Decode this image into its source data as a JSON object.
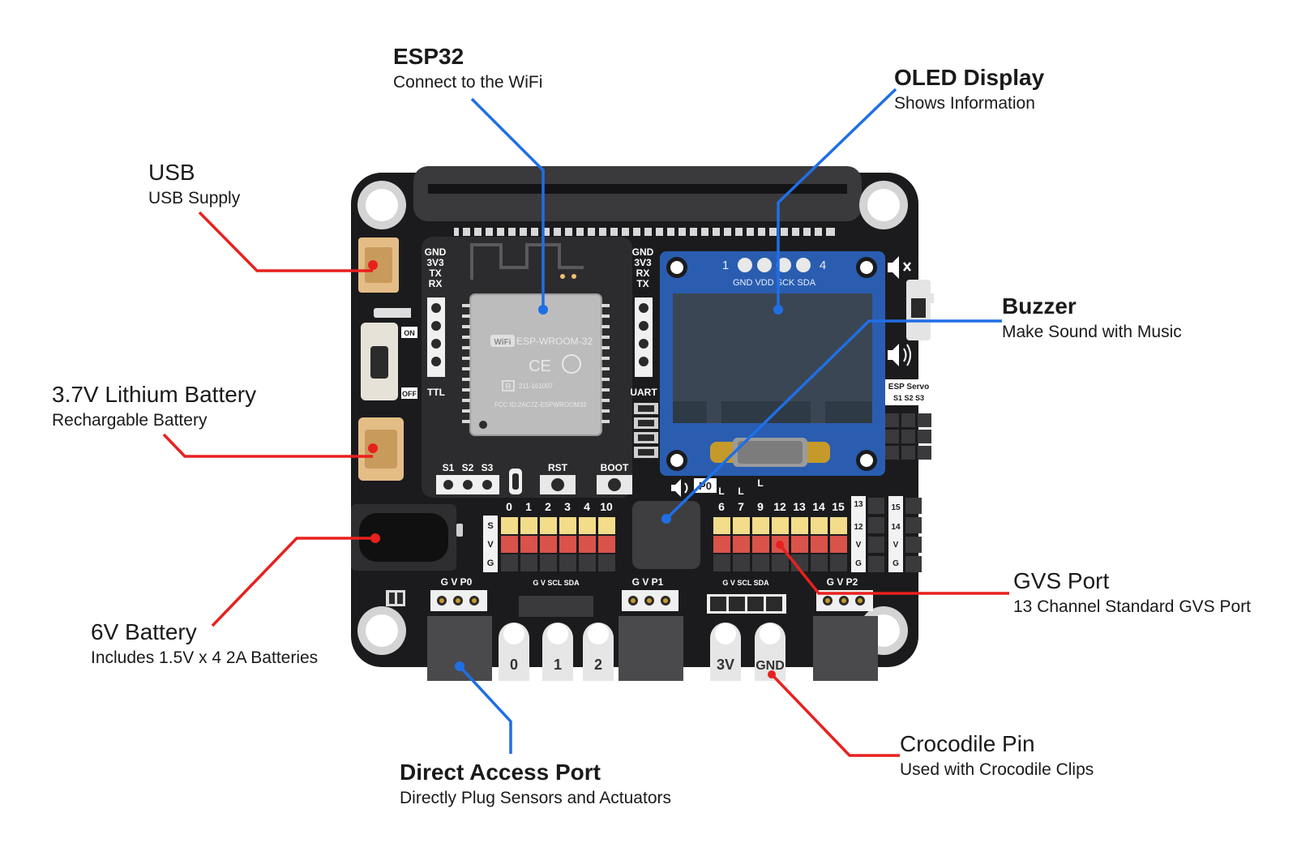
{
  "callouts": {
    "esp32": {
      "title": "ESP32",
      "subtitle": "Connect to the WiFi"
    },
    "oled": {
      "title": "OLED Display",
      "subtitle": "Shows Information"
    },
    "usb": {
      "title": "USB",
      "subtitle": "USB Supply"
    },
    "lithium": {
      "title": "3.7V Lithium Battery",
      "subtitle": "Rechargable Battery"
    },
    "buzzer": {
      "title": "Buzzer",
      "subtitle": "Make Sound with Music"
    },
    "battery6v": {
      "title": "6V Battery",
      "subtitle": "Includes 1.5V x 4 2A Batteries"
    },
    "gvs": {
      "title": "GVS Port",
      "subtitle": "13 Channel Standard GVS Port"
    },
    "direct": {
      "title": "Direct Access Port",
      "subtitle": "Directly Plug Sensors and Actuators"
    },
    "croc": {
      "title": "Crocodile Pin",
      "subtitle": "Used with Crocodile Clips"
    }
  },
  "board": {
    "module_name": "ESP-WROOM-32",
    "wifi_logo": "WiFi",
    "ce_mark": "CE",
    "r_mark": "R",
    "cert_code": "211-161007",
    "fcc_id": "FCC ID:2AC7Z-ESPWROOM32",
    "ttl_pins": [
      "GND",
      "3V3",
      "TX",
      "RX"
    ],
    "ttl_label": "TTL",
    "uart_pins": [
      "GND",
      "3V3",
      "RX",
      "TX"
    ],
    "uart_label": "UART",
    "switch_on": "ON",
    "switch_off": "OFF",
    "servo_pads": [
      "S1",
      "S2",
      "S3"
    ],
    "rst_label": "RST",
    "boot_label": "BOOT",
    "oled_num_left": "1",
    "oled_num_right": "4",
    "oled_pins": "GND VDD SCK SDA",
    "buzzer_pin": "P0",
    "esp_servo_title": "ESP Servo",
    "esp_servo_pins": "S1 S2 S3",
    "gvs_left_numbers": [
      "0",
      "1",
      "2",
      "3",
      "4",
      "10"
    ],
    "gvs_right_numbers": [
      "6",
      "7",
      "9",
      "12",
      "13",
      "14",
      "15"
    ],
    "gvs_right_prefix": [
      "L",
      "L",
      "L"
    ],
    "svg_col": [
      "S",
      "V",
      "G"
    ],
    "side_12": [
      "12",
      "V",
      "G"
    ],
    "side_14": [
      "14",
      "15",
      "V",
      "G"
    ],
    "side_col_top": "13",
    "port_p0": "G   V   P0",
    "port_p1": "G   V   P1",
    "port_p2": "G   V   P2",
    "i2c_1": "G   V   SCL  SDA",
    "i2c_2": "G   V   SCL  SDA",
    "croc_pins": [
      "0",
      "1",
      "2",
      "3V",
      "GND"
    ]
  },
  "colors": {
    "board": "#1b1b1e",
    "blue_line": "#1f6fe5",
    "red_line": "#e8202a",
    "header_yellow": "#f3dc8a",
    "header_red": "#d9534a",
    "oled_blue": "#2a5db0"
  }
}
